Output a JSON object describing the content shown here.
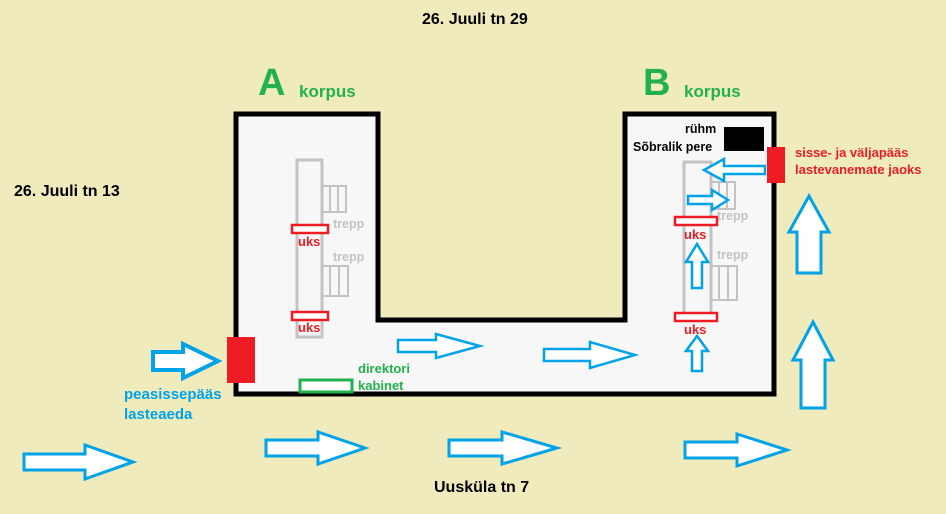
{
  "streets": {
    "top": "26. Juuli tn 29",
    "left": "26. Juuli tn 13",
    "bottom": "Uusküla tn 7"
  },
  "buildings": {
    "a": {
      "letter": "A",
      "word": "korpus"
    },
    "b": {
      "letter": "B",
      "word": "korpus"
    }
  },
  "group": {
    "line1": "rühm",
    "line2": "Sõbralik pere"
  },
  "labels": {
    "door": "uks",
    "stairs": "trepp",
    "director_line1": "direktori",
    "director_line2": "kabinet",
    "main_entrance_line1": "peasissepääs",
    "main_entrance_line2": "lasteaeda",
    "parent_entrance_line1": "sisse- ja väljapääs",
    "parent_entrance_line2": "lastevanemate jaoks"
  },
  "colors": {
    "background": "#f0ebbd",
    "building_interior": "#f7f7f7",
    "wall": "#000000",
    "entrance": "#ed1c24",
    "arrow": "#00a2e8",
    "green": "#22b14c",
    "stairs": "#c3c3c3"
  }
}
